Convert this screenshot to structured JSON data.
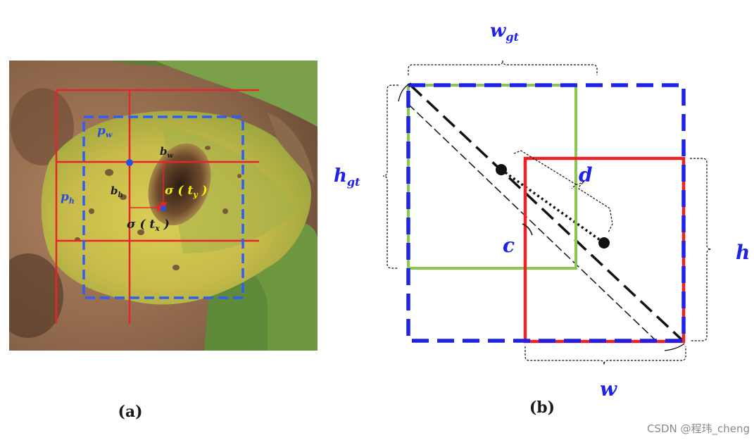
{
  "panel_a": {
    "caption": "(a)",
    "labels": {
      "pw": "p",
      "pw_sub": "w",
      "ph": "p",
      "ph_sub": "h",
      "bw": "b",
      "bw_sub": "w",
      "bh": "b",
      "bh_sub": "h",
      "sigma_ty": "σ ( t",
      "sigma_ty_sub": "y",
      "sigma_tx": "σ ( t",
      "sigma_tx_sub": "x",
      "close": " )"
    },
    "colors": {
      "grid": "#e8242a",
      "anchor": "#2f5ef5",
      "point": "#2a4fe0",
      "ty_text": "#f3f000",
      "label_text": "#1a1a1a",
      "pw_text": "#2a4fe0"
    }
  },
  "panel_b": {
    "caption": "(b)",
    "labels": {
      "w_gt": "w",
      "w_gt_sub": "gt",
      "h_gt": "h",
      "h_gt_sub": "gt",
      "d": "d",
      "c": "c",
      "h": "h",
      "w": "w"
    },
    "colors": {
      "outer_box": "#1e22e6",
      "gt_box": "#8cc850",
      "pred_box": "#ea2424",
      "label": "#1e22e6",
      "lines": "#111111"
    }
  },
  "watermark": "CSDN @程玮_cheng"
}
